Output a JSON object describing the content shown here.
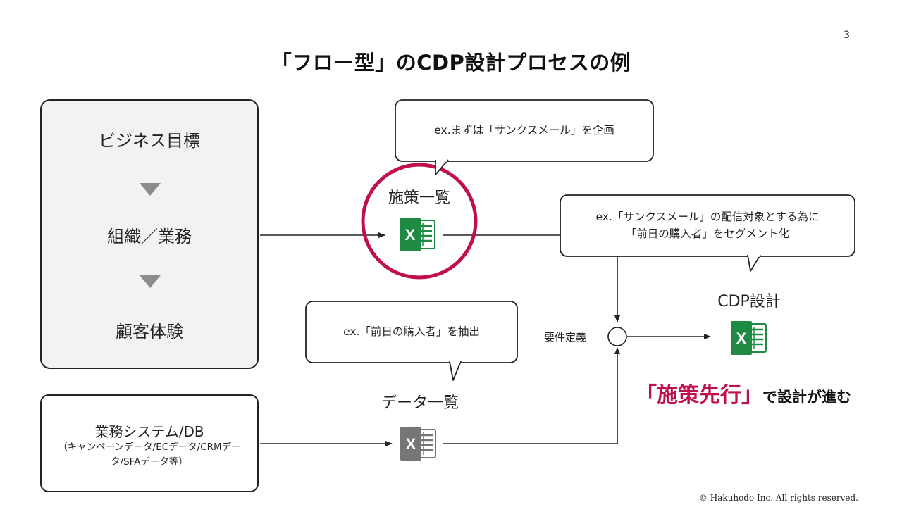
{
  "page_number": "3",
  "title": "「フロー型」のCDP設計プロセスの例",
  "left_panel": {
    "items": [
      "ビジネス目標",
      "組織／業務",
      "顧客体験"
    ]
  },
  "system_box": {
    "title": "業務システム/DB",
    "subtitle": "（キャンペーンデータ/ECデータ/CRMデータ/SFAデータ等）"
  },
  "callouts": {
    "top": "ex.まずは「サンクスメール」を企画",
    "right_line1": "ex.「サンクスメール」の配信対象とする為に",
    "right_line2": "「前日の購入者」をセグメント化",
    "middle": "ex.「前日の購入者」を抽出"
  },
  "labels": {
    "measures_list": "施策一覧",
    "data_list": "データ一覧",
    "cdp_design": "CDP設計",
    "requirements": "要件定義"
  },
  "tagline": {
    "highlight": "「施策先行」",
    "rest": "で設計が進む"
  },
  "excel_icon_letter": "X",
  "colors": {
    "accent_red": "#c0104b",
    "excel_green": "#1f8a43",
    "excel_gray": "#767676"
  },
  "footer": "© Hakuhodo Inc. All rights reserved."
}
